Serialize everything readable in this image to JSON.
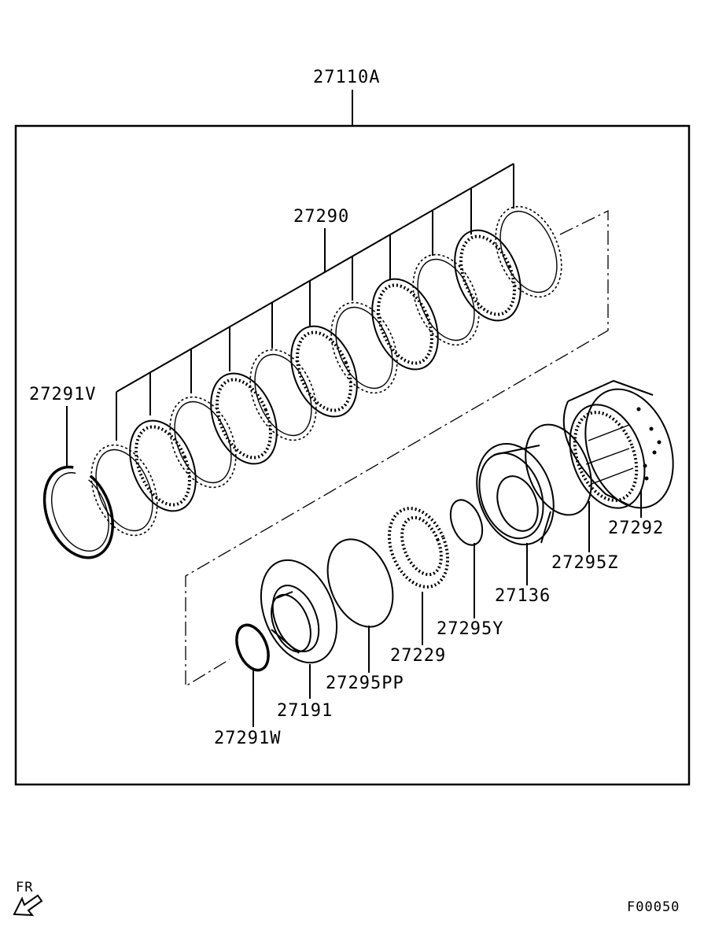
{
  "assembly_label": "27110A",
  "parts": {
    "plates": "27290",
    "snap_ring_v": "27291V",
    "snap_ring_w": "27291W",
    "drum": "27292",
    "oring_z": "27295Z",
    "oring_y": "27295Y",
    "oring_pp": "27295PP",
    "piston": "27136",
    "spring_retainer": "27229",
    "seal_plate": "27191"
  },
  "direction_label": "FR",
  "diagram_code": "F00050"
}
